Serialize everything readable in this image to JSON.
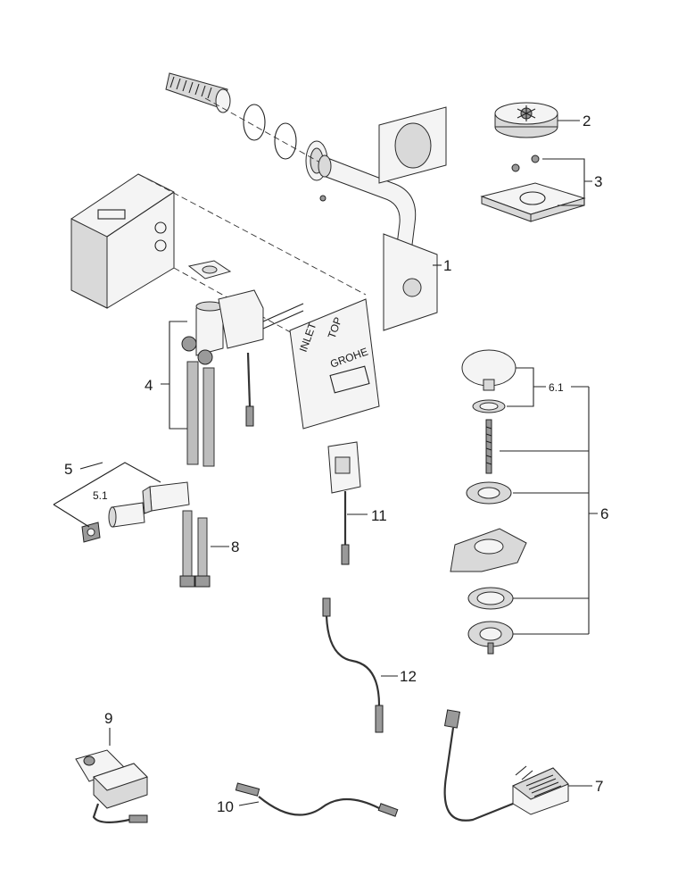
{
  "labels": {
    "p1": "1",
    "p2": "2",
    "p3": "3",
    "p4": "4",
    "p5": "5",
    "p5_1": "5.1",
    "p6": "6",
    "p6_1": "6.1",
    "p7": "7",
    "p8": "8",
    "p9": "9",
    "p10": "10",
    "p11": "11",
    "p12": "12"
  },
  "markings": {
    "brand": "GROHE",
    "inlet": "INLET",
    "top": "TOP"
  }
}
